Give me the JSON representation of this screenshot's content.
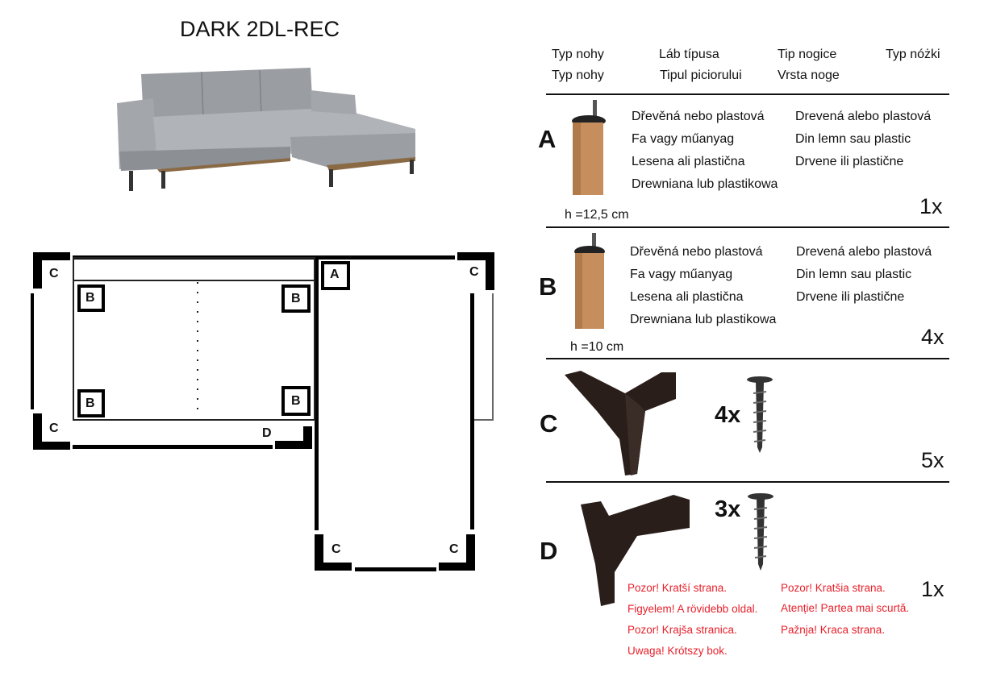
{
  "title": "DARK 2DL-REC",
  "header": {
    "row1": [
      "Typ nohy",
      "Láb típusa",
      "Tip nogice",
      "Typ nóżki"
    ],
    "row2": [
      "Typ nohy",
      "Tipul piciorului",
      "Vrsta noge"
    ]
  },
  "material_text": {
    "col1": [
      "Dřevěná nebo plastová",
      "Fa vagy műanyag",
      "Lesena ali plastična",
      "Drewniana lub plastikowa"
    ],
    "col2": [
      "Drevená alebo plastová",
      "Din lemn sau plastic",
      "Drvene ili plastične"
    ]
  },
  "parts": {
    "A": {
      "letter": "A",
      "height": "h =12,5 cm",
      "qty": "1x"
    },
    "B": {
      "letter": "B",
      "height": "h =10 cm",
      "qty": "4x"
    },
    "C": {
      "letter": "C",
      "screws": "4x",
      "qty": "5x"
    },
    "D": {
      "letter": "D",
      "screws": "3x",
      "qty": "1x"
    }
  },
  "warning": {
    "col1": [
      "Pozor! Kratší strana.",
      "Figyelem! A rövidebb oldal.",
      "Pozor! Krajša stranica.",
      "Uwaga! Krótszy bok."
    ],
    "col2": [
      "Pozor! Kratšia strana.",
      "Atenție! Partea mai scurtă.",
      "Pažnja! Kraca strana."
    ],
    "color": "#e8202a"
  },
  "diagram": {
    "labels": {
      "A": "A",
      "B": "B",
      "C": "C",
      "D": "D"
    }
  }
}
